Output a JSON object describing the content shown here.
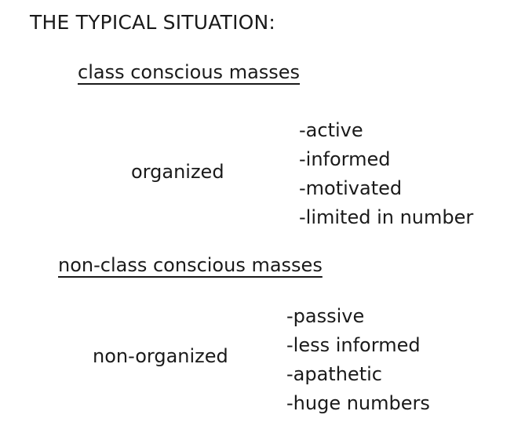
{
  "heading": "THE TYPICAL SITUATION:",
  "sections": [
    {
      "title": "class conscious masses",
      "label": "organized",
      "traits": [
        "-active",
        "-informed",
        "-motivated",
        "-limited in number"
      ]
    },
    {
      "title": "non-class conscious masses",
      "label": "non-organized",
      "traits": [
        "-passive",
        "-less informed",
        "-apathetic",
        "-huge numbers"
      ]
    }
  ]
}
